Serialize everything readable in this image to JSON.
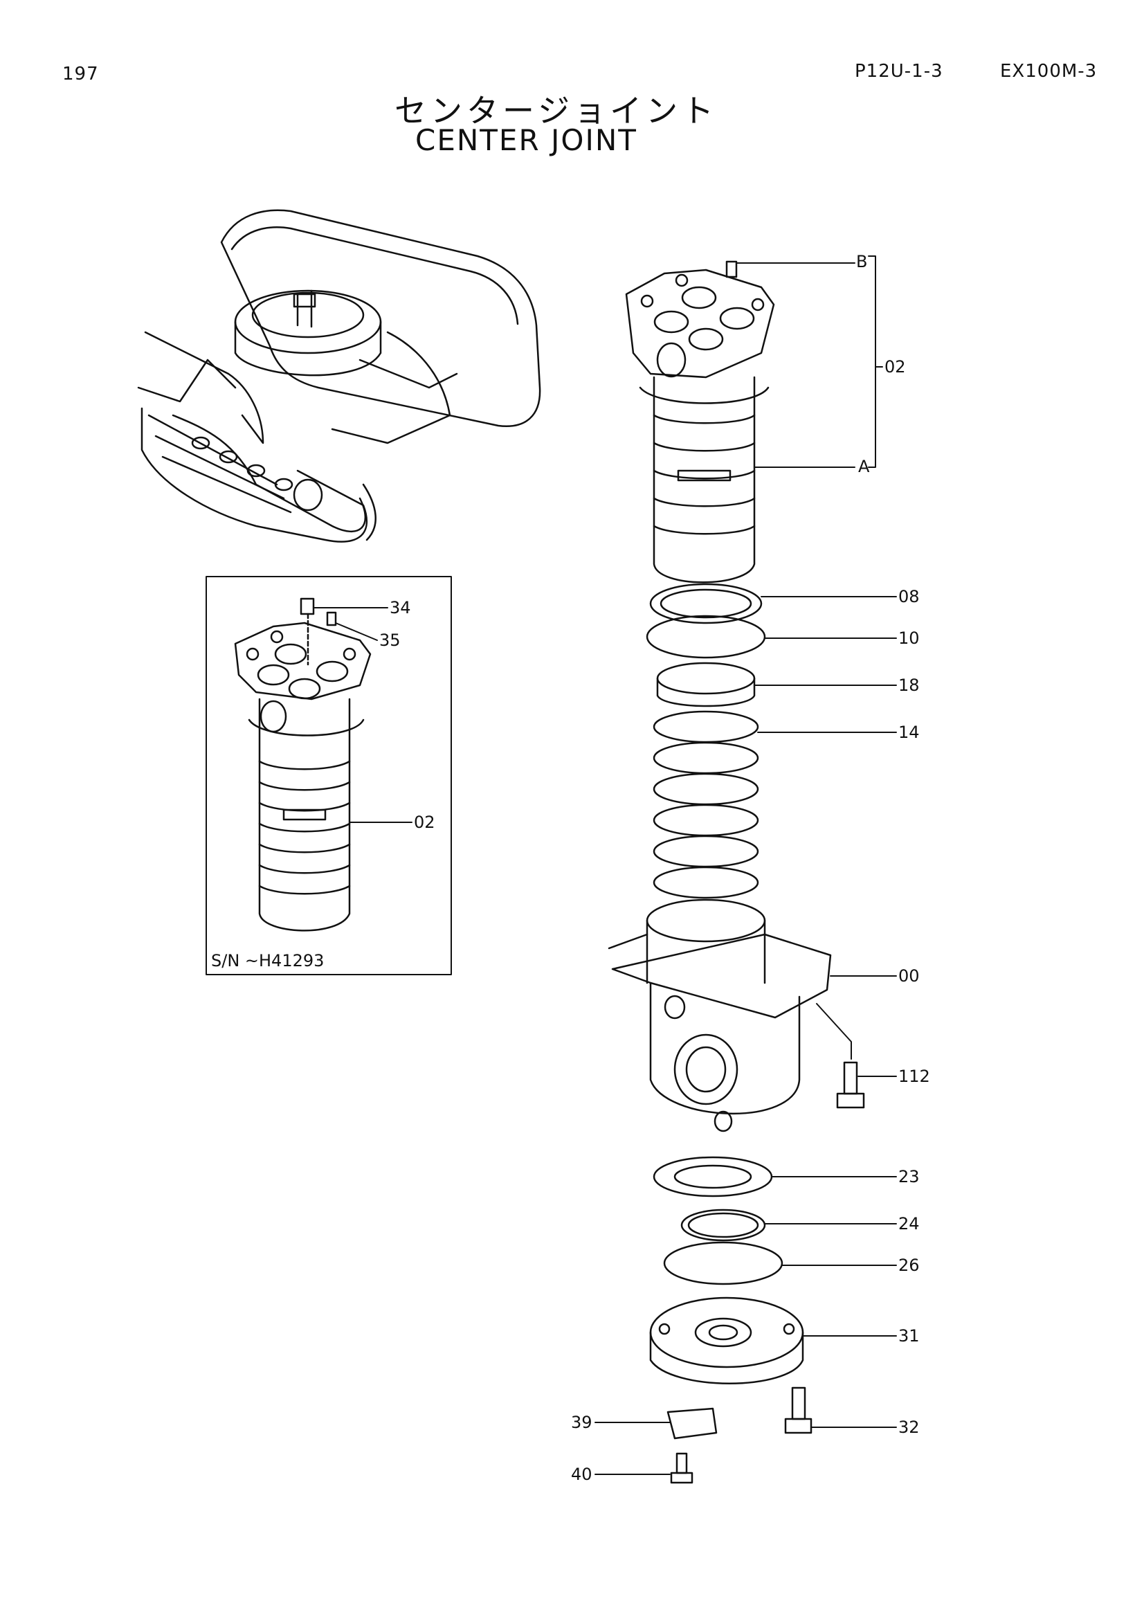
{
  "header": {
    "page_number": "197",
    "reference_code": "P12U-1-3",
    "model": "EX100M-3"
  },
  "title": {
    "japanese": "センタージョイント",
    "english": "CENTER JOINT"
  },
  "inset": {
    "serial_note": "S/N ~H41293",
    "callouts": [
      "34",
      "35",
      "02"
    ]
  },
  "main_callouts": [
    "B",
    "02",
    "A",
    "08",
    "10",
    "18",
    "14",
    "00",
    "112",
    "23",
    "24",
    "26",
    "31",
    "39",
    "32",
    "40"
  ]
}
